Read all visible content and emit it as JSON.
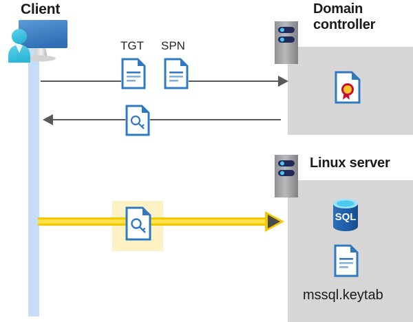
{
  "diagram": {
    "title_client": "Client",
    "title_domain_controller": "Domain controller",
    "title_linux_server": "Linux server",
    "labels": {
      "tgt": "TGT",
      "spn": "SPN",
      "keytab_file": "mssql.keytab",
      "sql_badge": "SQL"
    },
    "icons": {
      "client": "client-computer-user-icon",
      "domain_controller_server": "server-rack-icon",
      "linux_server": "server-rack-icon",
      "tgt_document": "document-icon",
      "spn_document": "document-icon",
      "key_document_request": "document-key-icon",
      "key_document_auth": "document-key-icon",
      "certificate": "certificate-document-icon",
      "sql_database": "sql-database-icon",
      "keytab_document": "document-icon"
    },
    "flows": [
      {
        "id": "flow-request",
        "direction": "right",
        "from": "Client",
        "to": "Domain controller",
        "carries": [
          "TGT",
          "SPN"
        ],
        "style": "thin-gray"
      },
      {
        "id": "flow-response",
        "direction": "left",
        "from": "Domain controller",
        "to": "Client",
        "carries": [
          "key-document"
        ],
        "style": "thin-gray"
      },
      {
        "id": "flow-authenticate",
        "direction": "right",
        "from": "Client",
        "to": "Linux server",
        "carries": [
          "key-document"
        ],
        "style": "thick-yellow-highlighted"
      }
    ],
    "colors": {
      "panel_gray": "#d6d6d6",
      "lifeline_blue": "#c5ddf8",
      "accent_blue": "#2f79c0",
      "arrow_gray": "#595959",
      "arrow_yellow": "#f6c700",
      "arrow_yellow_light": "#ffe14d",
      "highlight_yellow": "#fdf2c4",
      "text_dark": "#1a1a1a",
      "seal_red": "#c8102e",
      "seal_gold": "#ffc425",
      "sql_blue": "#1f5fa9"
    }
  }
}
